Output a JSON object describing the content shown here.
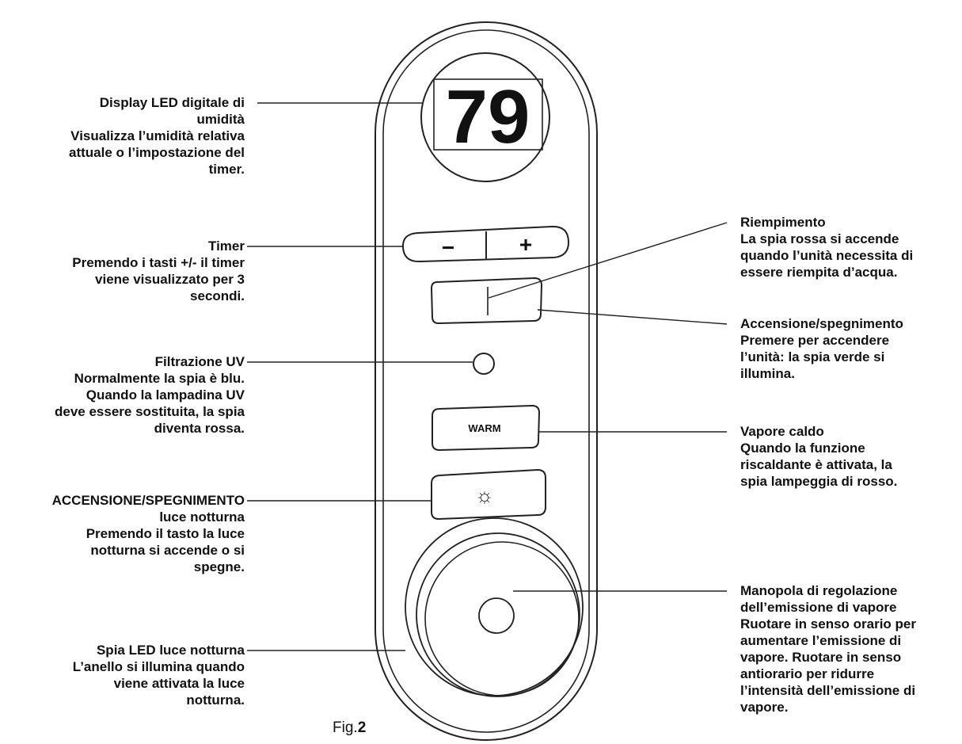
{
  "display": {
    "value": "79"
  },
  "controls": {
    "timer_minus": "−",
    "timer_plus": "+",
    "warm_button": "WARM",
    "night_light_symbol": "☼"
  },
  "labels": {
    "display_led": {
      "title": "Display LED digitale di",
      "title_cont": "umidità",
      "desc": [
        "Visualizza l’umidità relativa",
        "attuale o l’impostazione del",
        "timer."
      ]
    },
    "timer": {
      "title": "Timer",
      "desc": [
        "Premendo i tasti +/- il timer",
        "viene visualizzato per 3",
        "secondi."
      ]
    },
    "uv_filter": {
      "title": "Filtrazione UV",
      "desc": [
        "Normalmente la spia è blu.",
        "Quando la lampadina UV",
        "deve essere sostituita, la spia",
        "diventa rossa."
      ]
    },
    "night_light_switch": {
      "title": "ACCENSIONE/SPEGNIMENTO",
      "title_cont": "luce notturna",
      "desc": [
        "Premendo il tasto la luce",
        "notturna si accende o si",
        "spegne."
      ]
    },
    "night_light_led": {
      "title": "Spia LED luce notturna",
      "desc": [
        "L’anello si illumina quando",
        "viene attivata la luce",
        "notturna."
      ]
    },
    "refill": {
      "title": "Riempimento",
      "desc": [
        "La spia rossa si accende",
        "quando l’unità necessita di",
        "essere riempita d’acqua."
      ]
    },
    "power": {
      "title": "Accensione/spegnimento",
      "desc": [
        "Premere per accendere",
        "l’unità: la spia verde si",
        "illumina."
      ]
    },
    "warm_mist": {
      "title": "Vapore caldo",
      "desc": [
        "Quando la funzione",
        "riscaldante è attivata, la",
        "spia lampeggia di rosso."
      ]
    },
    "mist_knob": {
      "title": "Manopola di regolazione",
      "desc": [
        "dell’emissione di vapore",
        "Ruotare in senso orario per",
        "aumentare l’emissione di",
        "vapore. Ruotare in senso",
        "antiorario per ridurre",
        "l’intensità dell’emissione di",
        "vapore."
      ]
    }
  },
  "figure": {
    "prefix": "Fig.",
    "number": "2"
  }
}
